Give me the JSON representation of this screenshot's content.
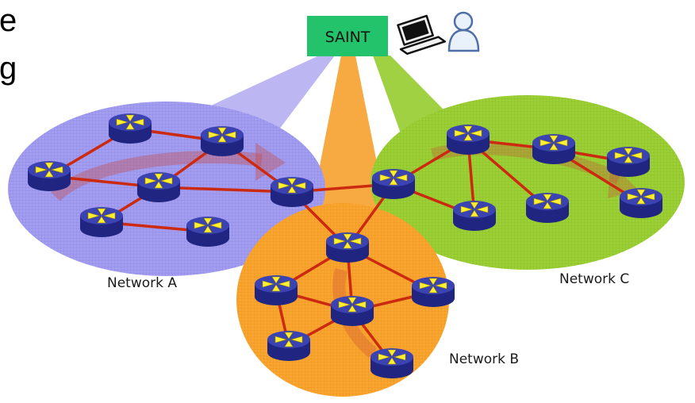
{
  "left_text_fragments": [
    "e",
    "g"
  ],
  "controller": {
    "label": "SAINT",
    "color": "#22c36a"
  },
  "icons": {
    "laptop": "laptop-icon",
    "user": "user-icon"
  },
  "networks": [
    {
      "id": "A",
      "label": "Network A",
      "fill": "#9b95ea"
    },
    {
      "id": "B",
      "label": "Network B",
      "fill": "#f7a12e"
    },
    {
      "id": "C",
      "label": "Network C",
      "fill": "#96cc2f"
    }
  ],
  "colors": {
    "link": "#cc2a10",
    "router_body": "#22298a",
    "router_top": "#3d45b4",
    "router_arrows": "#ffee33",
    "flow_arrow": "#c9443a"
  }
}
